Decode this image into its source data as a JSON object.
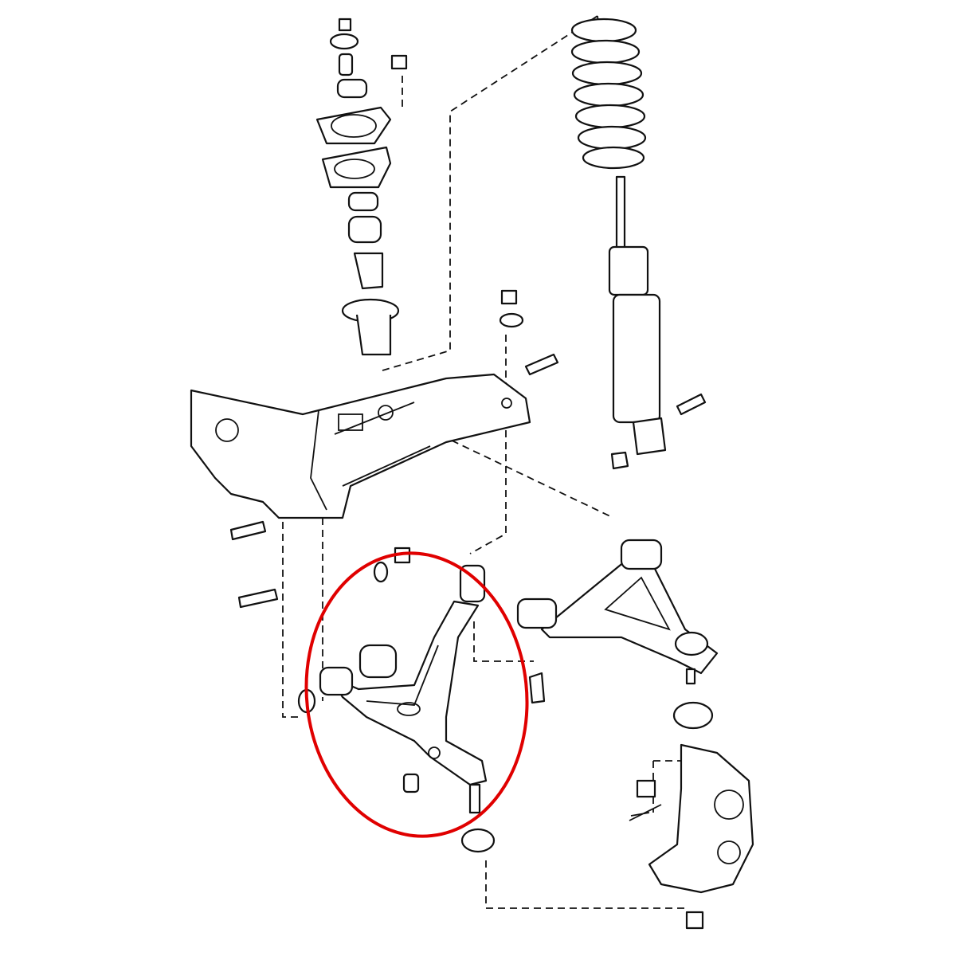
{
  "diagram": {
    "type": "exploded-view",
    "subject": "front-suspension",
    "line_color": "#111111",
    "background_color": "#ffffff",
    "highlight_color": "#e00000",
    "highlighted_part": "lower-control-arm"
  }
}
